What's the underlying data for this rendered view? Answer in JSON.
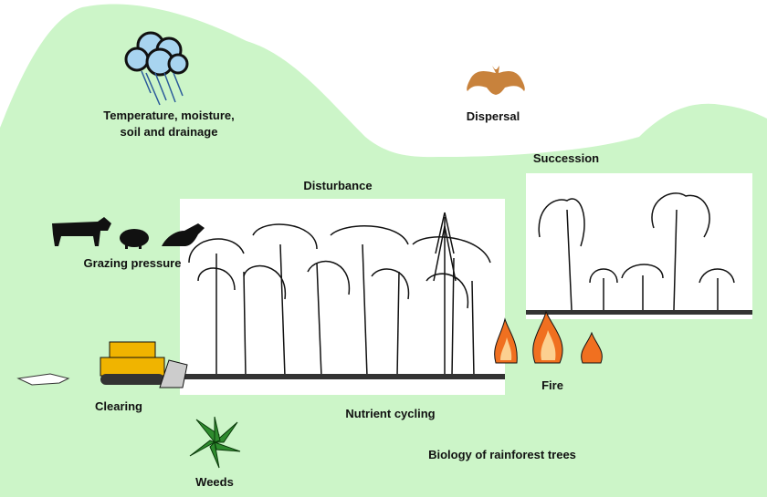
{
  "labels": {
    "climate_line1": "Temperature, moisture,",
    "climate_line2": "soil and drainage",
    "dispersal": "Dispersal",
    "succession": "Succession",
    "disturbance": "Disturbance",
    "grazing": "Grazing pressure",
    "clearing": "Clearing",
    "nutrient": "Nutrient cycling",
    "fire": "Fire",
    "weeds": "Weeds",
    "biology": "Biology of rainforest trees"
  },
  "colors": {
    "background_green": "#ccf5c8",
    "bat": "#c8823c",
    "cloud": "#a8d4f0",
    "bulldozer": "#f0b400",
    "weed": "#2e8b2e",
    "fire": "#f07020"
  }
}
